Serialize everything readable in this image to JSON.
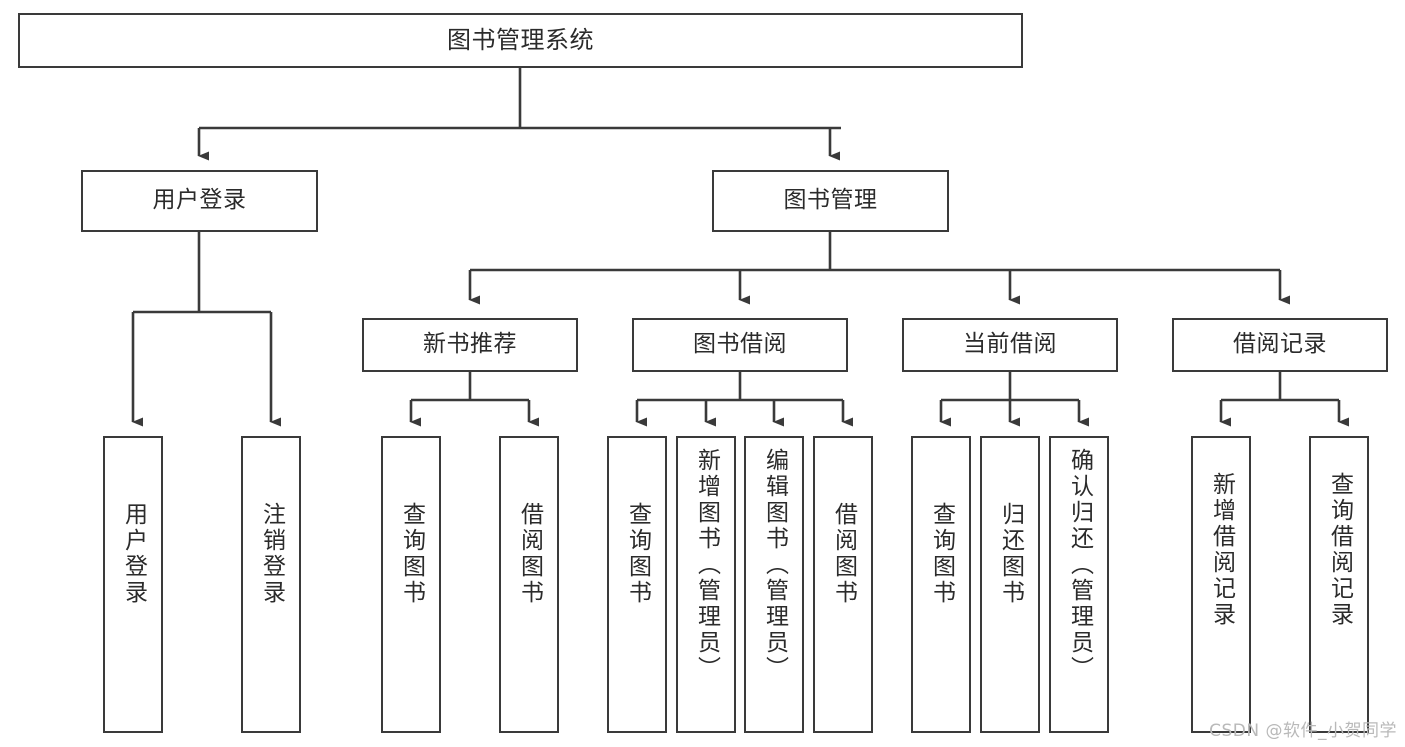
{
  "diagram": {
    "title": "图书管理系统",
    "type": "tree",
    "stroke_color": "#3a3a3a",
    "text_color": "#2b2b2b",
    "background_color": "#ffffff",
    "levels": {
      "root": [
        "图书管理系统"
      ],
      "level2": [
        "用户登录",
        "图书管理"
      ],
      "level3": [
        "新书推荐",
        "图书借阅",
        "当前借阅",
        "借阅记录"
      ],
      "leaves": [
        "用户登录",
        "注销登录",
        "查询图书",
        "借阅图书",
        "查询图书",
        "新增图书（管理员）",
        "编辑图书（管理员）",
        "借阅图书",
        "查询图书",
        "归还图书",
        "确认归还（管理员）",
        "新增借阅记录",
        "查询借阅记录"
      ]
    },
    "nodes": {
      "root": {
        "label": "图书管理系统"
      },
      "user_login": {
        "label": "用户登录"
      },
      "book_mgmt": {
        "label": "图书管理"
      },
      "new_book_rec": {
        "label": "新书推荐"
      },
      "book_borrow": {
        "label": "图书借阅"
      },
      "current_borrow": {
        "label": "当前借阅"
      },
      "borrow_record": {
        "label": "借阅记录"
      },
      "leaf_user_login": {
        "label": "用户登录"
      },
      "leaf_logout": {
        "label": "注销登录"
      },
      "leaf_query_book_1": {
        "label": "查询图书"
      },
      "leaf_borrow_book_1": {
        "label": "借阅图书"
      },
      "leaf_query_book_2": {
        "label": "查询图书"
      },
      "leaf_add_book": {
        "label": "新增图书（管理员）"
      },
      "leaf_edit_book": {
        "label": "编辑图书（管理员）"
      },
      "leaf_borrow_book_2": {
        "label": "借阅图书"
      },
      "leaf_query_book_3": {
        "label": "查询图书"
      },
      "leaf_return_book": {
        "label": "归还图书"
      },
      "leaf_confirm_return": {
        "label": "确认归还（管理员）"
      },
      "leaf_add_record": {
        "label": "新增借阅记录"
      },
      "leaf_query_record": {
        "label": "查询借阅记录"
      }
    }
  },
  "watermark": {
    "text": "CSDN @软件_小贺同学"
  }
}
